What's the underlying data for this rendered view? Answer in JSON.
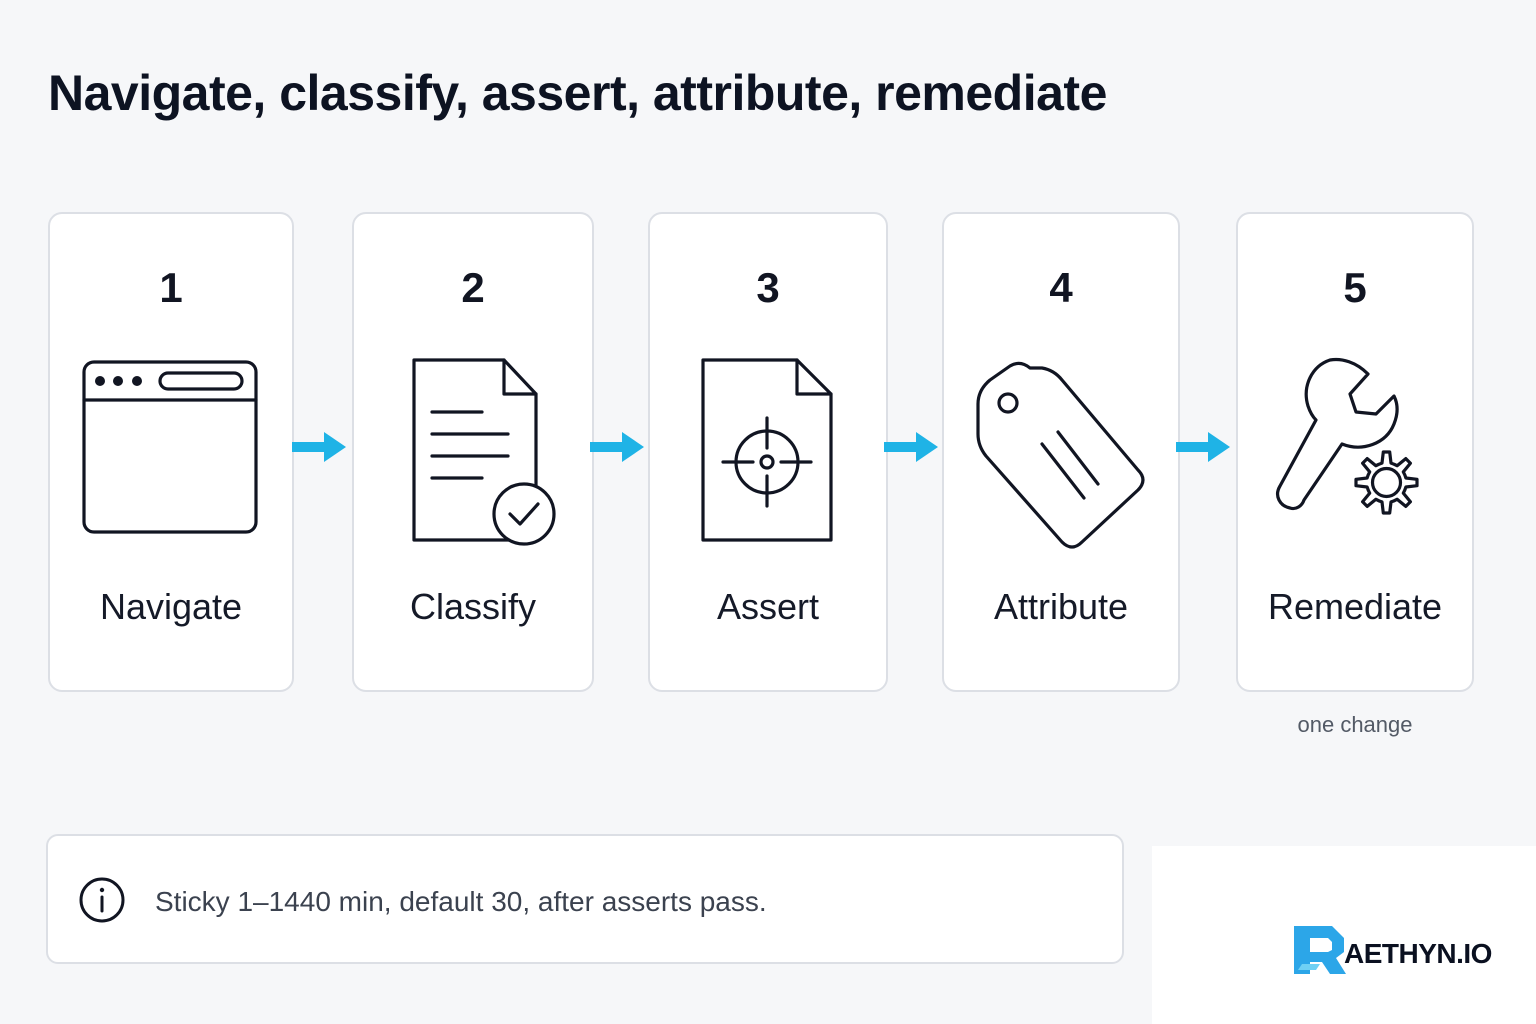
{
  "title": "Navigate, classify, assert, attribute, remediate",
  "steps": [
    {
      "number": "1",
      "label": "Navigate",
      "icon": "browser-window-icon"
    },
    {
      "number": "2",
      "label": "Classify",
      "icon": "document-check-icon"
    },
    {
      "number": "3",
      "label": "Assert",
      "icon": "document-target-icon"
    },
    {
      "number": "4",
      "label": "Attribute",
      "icon": "tag-icon"
    },
    {
      "number": "5",
      "label": "Remediate",
      "icon": "wrench-gear-icon",
      "note": "one change"
    }
  ],
  "info": {
    "icon": "info-icon",
    "text": "Sticky 1–1440 min, default 30, after asserts pass."
  },
  "logo": {
    "text": "AETHYN.IO"
  },
  "colors": {
    "arrow": "#1fb3e6",
    "icon_stroke": "#111522",
    "card_border": "#dcdfe5",
    "background": "#f6f7f9"
  }
}
